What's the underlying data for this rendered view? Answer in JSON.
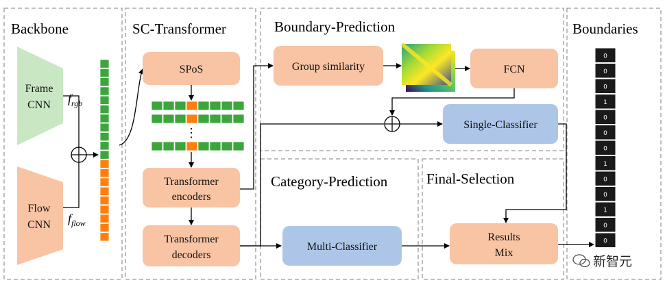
{
  "sections": {
    "backbone": "Backbone",
    "sc_transformer": "SC-Transformer",
    "boundary_prediction": "Boundary-Prediction",
    "category_prediction": "Category-Prediction",
    "final_selection": "Final-Selection",
    "boundaries": "Boundaries"
  },
  "backbone": {
    "frame_cnn": [
      "Frame",
      "CNN"
    ],
    "flow_cnn": [
      "Flow",
      "CNN"
    ],
    "f_rgb": {
      "base": "f",
      "sub": "rgb"
    },
    "f_flow": {
      "base": "f",
      "sub": "flow"
    }
  },
  "sc": {
    "spos": "SPoS",
    "encoders": [
      "Transformer",
      "encoders"
    ],
    "decoders": [
      "Transformer",
      "decoders"
    ],
    "ellipsis": "⋮"
  },
  "boundary": {
    "group_similarity": "Group similarity",
    "fcn": "FCN",
    "single_classifier": "Single-Classifier"
  },
  "category": {
    "multi_classifier": "Multi-Classifier"
  },
  "final": {
    "results_mix": [
      "Results",
      "Mix"
    ]
  },
  "boundaries_bits": [
    "0",
    "0",
    "0",
    "1",
    "0",
    "0",
    "0",
    "1",
    "0",
    "0",
    "1",
    "0",
    "0"
  ],
  "watermark": "新智元",
  "colors": {
    "green": "#3ca53c",
    "orange": "#ff7f0e",
    "peach": "#f8c4a4",
    "light_green": "#c9e7c3",
    "blue": "#adc6e8",
    "dash": "#9a9a9a"
  }
}
